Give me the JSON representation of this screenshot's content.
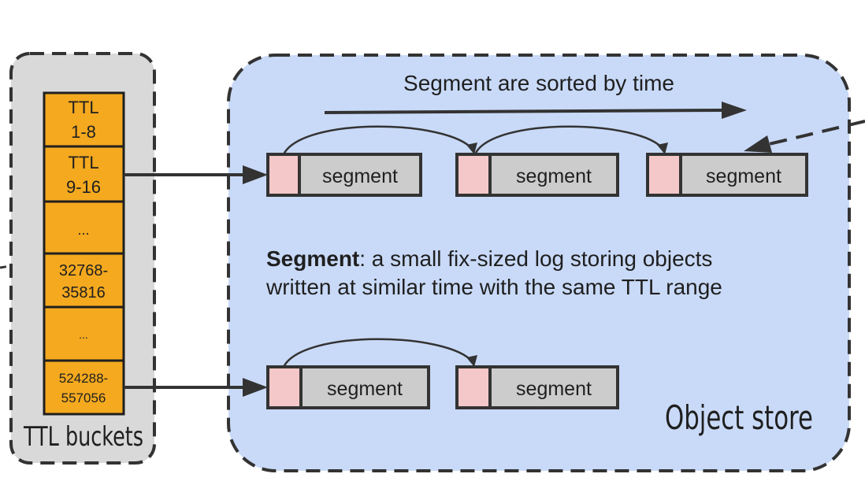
{
  "ttl_panel": {
    "label": "TTL buckets",
    "buckets": [
      "TTL 1-8",
      "TTL 9-16",
      "...",
      "32768- 35816",
      "...",
      "524288- 557056"
    ]
  },
  "object_store": {
    "label": "Object store",
    "sort_note": "Segment are sorted by time",
    "segment_label": "segment",
    "definition_term": "Segment",
    "definition_line1_rest": ": a small fix-sized log storing objects",
    "definition_line2": "written at similar time with the same TTL range"
  },
  "colors": {
    "ttl_panel_bg": "#d9d9d9",
    "store_bg": "#c9daf8",
    "bucket_fill": "#f4a91f",
    "segment_header": "#f4c7c8",
    "segment_body": "#cccccc",
    "line": "#333333"
  }
}
